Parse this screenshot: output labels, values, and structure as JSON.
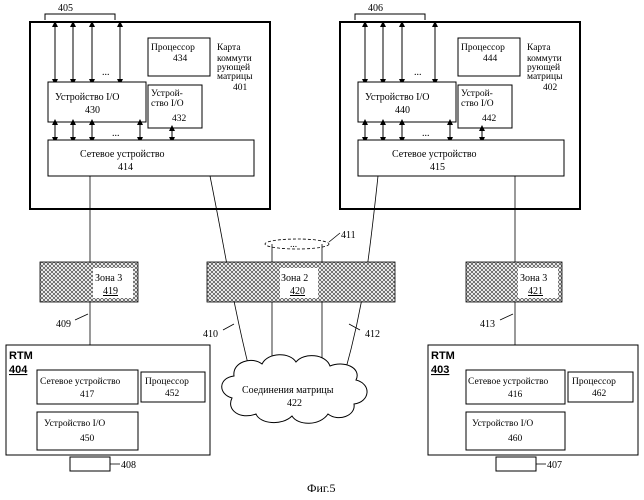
{
  "cards": {
    "left": {
      "ref": "405",
      "processor": "Процессор",
      "processor_num": "434",
      "card_l1": "Карта",
      "card_l2": "коммути",
      "card_l3": "рующей",
      "card_l4": "матрицы",
      "card_num": "401",
      "io_main": "Устройство I/O",
      "io_main_num": "430",
      "io_small_l1": "Устрой-",
      "io_small_l2": "ство I/O",
      "io_small_num": "432",
      "net": "Сетевое устройство",
      "net_num": "414",
      "dots_top": "...",
      "dots_mid": "..."
    },
    "right": {
      "ref": "406",
      "processor": "Процессор",
      "processor_num": "444",
      "card_l1": "Карта",
      "card_l2": "коммути",
      "card_l3": "рующей",
      "card_l4": "матрицы",
      "card_num": "402",
      "io_main": "Устройство I/O",
      "io_main_num": "440",
      "io_small_l1": "Устрой-",
      "io_small_l2": "ство I/O",
      "io_small_num": "442",
      "net": "Сетевое устройство",
      "net_num": "415",
      "dots_top": "...",
      "dots_mid": "..."
    }
  },
  "zones": {
    "left": {
      "label": "Зона 3",
      "num": "419"
    },
    "middle": {
      "label": "Зона 2",
      "num": "420",
      "ref": "411",
      "dots": "..."
    },
    "right": {
      "label": "Зона 3",
      "num": "421"
    }
  },
  "links": {
    "l409": "409",
    "l410": "410",
    "l412": "412",
    "l413": "413"
  },
  "cloud": {
    "label": "Соединения матрицы",
    "num": "422"
  },
  "rtms": {
    "left": {
      "title": "RTM",
      "num": "404",
      "net": "Сетевое устройство",
      "net_num": "417",
      "processor": "Процессор",
      "processor_num": "452",
      "io": "Устройство I/O",
      "io_num": "450",
      "connector": "408"
    },
    "right": {
      "title": "RTM",
      "num": "403",
      "net": "Сетевое устройство",
      "net_num": "416",
      "processor": "Процессор",
      "processor_num": "462",
      "io": "Устройство I/O",
      "io_num": "460",
      "connector": "407"
    }
  },
  "caption": "Фиг.5"
}
